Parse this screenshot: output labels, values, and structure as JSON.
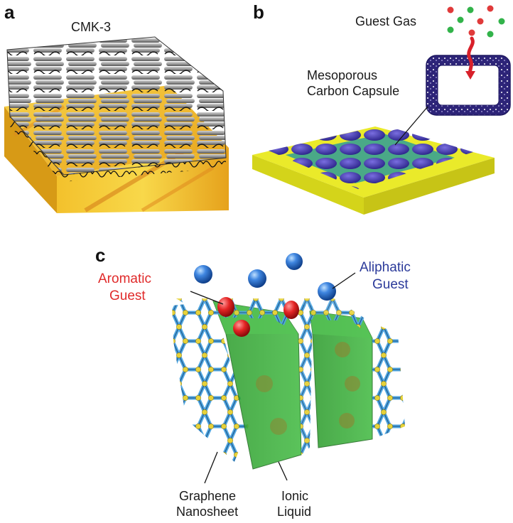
{
  "panels": {
    "a": {
      "letter": "a",
      "label_cmk3": "CMK-3"
    },
    "b": {
      "letter": "b",
      "label_guest_gas": "Guest Gas",
      "label_capsule_line1": "Mesoporous",
      "label_capsule_line2": "Carbon Capsule"
    },
    "c": {
      "letter": "c",
      "label_aromatic_line1": "Aromatic",
      "label_aromatic_line2": "Guest",
      "label_aliphatic_line1": "Aliphatic",
      "label_aliphatic_line2": "Guest",
      "label_graphene_line1": "Graphene",
      "label_graphene_line2": "Nanosheet",
      "label_ionic_line1": "Ionic",
      "label_ionic_line2": "Liquid"
    }
  },
  "colors": {
    "gold_substrate": "#e8b51e",
    "yellow_substrate": "#e6e61a",
    "carbon_rod_gray": "#9a9a9a",
    "capsule_purple": "#3a2f8f",
    "aromatic_red": "#e02a2a",
    "aliphatic_blue": "#2f6fd0",
    "ionic_liquid_green": "#2fa83a",
    "graphene_bond_blue": "#4fa6e0",
    "graphene_atom_yellow": "#e6d23a"
  }
}
